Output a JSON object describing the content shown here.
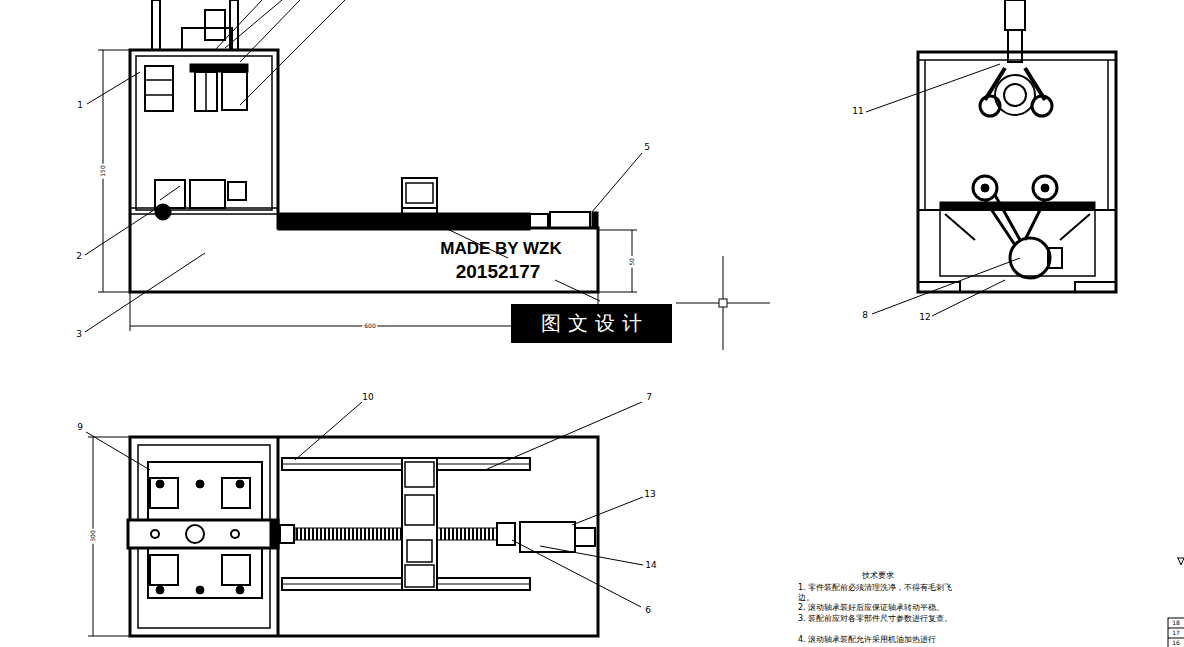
{
  "diagram": {
    "nodes": [
      {
        "text": [
          "图文设计"
        ]
      }
    ],
    "labels": [
      "1",
      "2",
      "3",
      "5",
      "150",
      "50",
      "600",
      "MADE BY WZK",
      "20152177",
      "11",
      "8",
      "12",
      "9",
      "10",
      "7",
      "13",
      "14",
      "6",
      "300",
      "技术要求",
      "1. 零件装配前必须清理洗净，不得有毛刺飞边。",
      "2. 滚动轴承装好后应保证轴承转动平稳。",
      "3. 装配前应对各零部件尺寸参数进行复查。",
      "4. 滚动轴承装配允许采用机油加热进行",
      "18",
      "17",
      "16"
    ]
  }
}
